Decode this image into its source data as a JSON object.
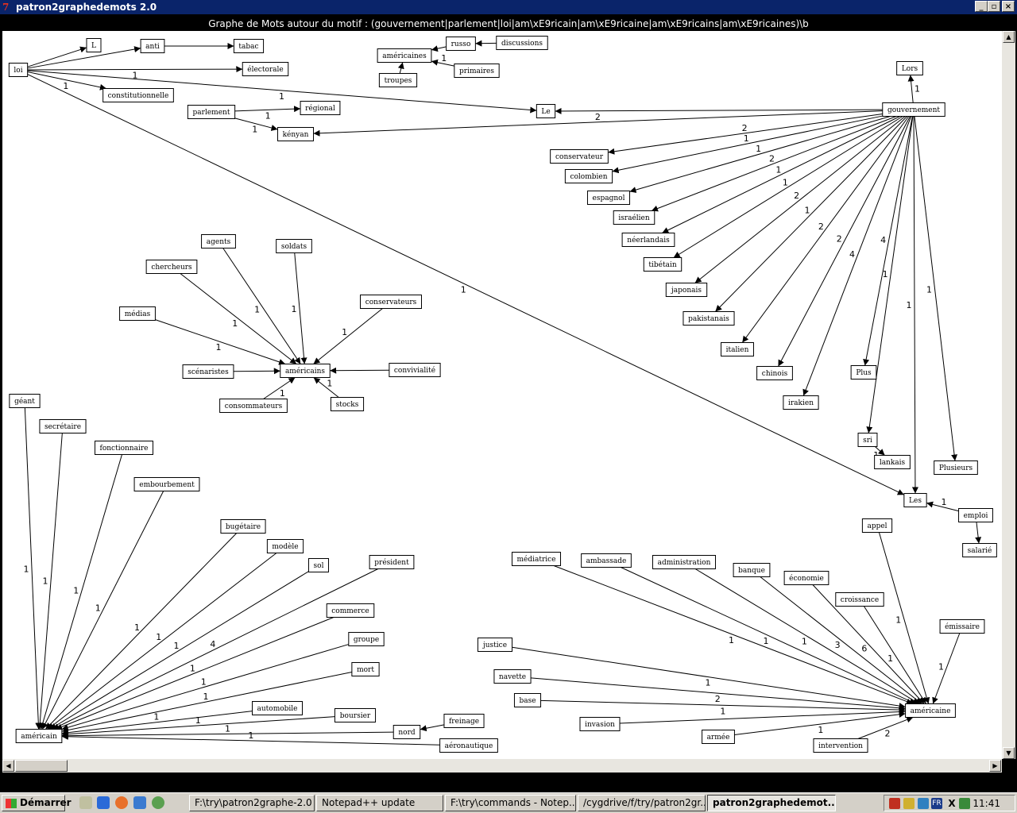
{
  "window": {
    "title": "patron2graphedemots 2.0",
    "app_icon": "tk-feather-icon"
  },
  "header": "Graphe de Mots autour du motif : (gouvernement|parlement|loi|am\\xE9ricain|am\\xE9ricaine|am\\xE9ricains|am\\xE9ricaines)\\b",
  "graph": {
    "nodes": [
      {
        "id": "loi",
        "label": "loi"
      },
      {
        "id": "L",
        "label": "L"
      },
      {
        "id": "anti",
        "label": "anti"
      },
      {
        "id": "tabac",
        "label": "tabac"
      },
      {
        "id": "electorale",
        "label": "électorale"
      },
      {
        "id": "constitutionnelle",
        "label": "constitutionnelle"
      },
      {
        "id": "russo",
        "label": "russo"
      },
      {
        "id": "discussions",
        "label": "discussions"
      },
      {
        "id": "americaines",
        "label": "américaines"
      },
      {
        "id": "primaires",
        "label": "primaires"
      },
      {
        "id": "troupes",
        "label": "troupes"
      },
      {
        "id": "parlement",
        "label": "parlement"
      },
      {
        "id": "regional",
        "label": "régional"
      },
      {
        "id": "kenyan",
        "label": "kényan"
      },
      {
        "id": "Le",
        "label": "Le"
      },
      {
        "id": "gouvernement",
        "label": "gouvernement"
      },
      {
        "id": "Lors",
        "label": "Lors"
      },
      {
        "id": "conservateur",
        "label": "conservateur"
      },
      {
        "id": "colombien",
        "label": "colombien"
      },
      {
        "id": "espagnol",
        "label": "espagnol"
      },
      {
        "id": "israelien",
        "label": "israélien"
      },
      {
        "id": "neerlandais",
        "label": "néerlandais"
      },
      {
        "id": "tibetain",
        "label": "tibétain"
      },
      {
        "id": "japonais",
        "label": "japonais"
      },
      {
        "id": "pakistanais",
        "label": "pakistanais"
      },
      {
        "id": "italien",
        "label": "italien"
      },
      {
        "id": "chinois",
        "label": "chinois"
      },
      {
        "id": "irakien",
        "label": "irakien"
      },
      {
        "id": "Plus",
        "label": "Plus"
      },
      {
        "id": "sri",
        "label": "sri"
      },
      {
        "id": "lankais",
        "label": "lankais"
      },
      {
        "id": "Plusieurs",
        "label": "Plusieurs"
      },
      {
        "id": "Les",
        "label": "Les"
      },
      {
        "id": "emploi",
        "label": "emploi"
      },
      {
        "id": "salarie",
        "label": "salarié"
      },
      {
        "id": "agents",
        "label": "agents"
      },
      {
        "id": "soldats",
        "label": "soldats"
      },
      {
        "id": "chercheurs",
        "label": "chercheurs"
      },
      {
        "id": "medias",
        "label": "médias"
      },
      {
        "id": "conservateurs",
        "label": "conservateurs"
      },
      {
        "id": "americains",
        "label": "américains"
      },
      {
        "id": "scenaristes",
        "label": "scénaristes"
      },
      {
        "id": "convivialite",
        "label": "convivialité"
      },
      {
        "id": "consommateurs",
        "label": "consommateurs"
      },
      {
        "id": "stocks",
        "label": "stocks"
      },
      {
        "id": "geant",
        "label": "géant"
      },
      {
        "id": "secretaire",
        "label": "secrétaire"
      },
      {
        "id": "fonctionnaire",
        "label": "fonctionnaire"
      },
      {
        "id": "embourbement",
        "label": "embourbement"
      },
      {
        "id": "bugetaire",
        "label": "bugétaire"
      },
      {
        "id": "modele",
        "label": "modèle"
      },
      {
        "id": "sol",
        "label": "sol"
      },
      {
        "id": "president",
        "label": "président"
      },
      {
        "id": "commerce",
        "label": "commerce"
      },
      {
        "id": "groupe",
        "label": "groupe"
      },
      {
        "id": "mort",
        "label": "mort"
      },
      {
        "id": "automobile",
        "label": "automobile"
      },
      {
        "id": "boursier",
        "label": "boursier"
      },
      {
        "id": "nord",
        "label": "nord"
      },
      {
        "id": "freinage",
        "label": "freinage"
      },
      {
        "id": "aeronautique",
        "label": "aéronautique"
      },
      {
        "id": "americain",
        "label": "américain"
      },
      {
        "id": "appel",
        "label": "appel"
      },
      {
        "id": "emissaire",
        "label": "émissaire"
      },
      {
        "id": "mediatrice",
        "label": "médiatrice"
      },
      {
        "id": "ambassade",
        "label": "ambassade"
      },
      {
        "id": "administration",
        "label": "administration"
      },
      {
        "id": "banque",
        "label": "banque"
      },
      {
        "id": "economie",
        "label": "économie"
      },
      {
        "id": "croissance",
        "label": "croissance"
      },
      {
        "id": "justice",
        "label": "justice"
      },
      {
        "id": "navette",
        "label": "navette"
      },
      {
        "id": "base",
        "label": "base"
      },
      {
        "id": "invasion",
        "label": "invasion"
      },
      {
        "id": "armee",
        "label": "armée"
      },
      {
        "id": "intervention",
        "label": "intervention"
      },
      {
        "id": "americaine",
        "label": "américaine"
      }
    ],
    "edges": [
      {
        "from": "loi",
        "to": "L",
        "label": ""
      },
      {
        "from": "loi",
        "to": "anti",
        "label": ""
      },
      {
        "from": "anti",
        "to": "tabac",
        "label": ""
      },
      {
        "from": "loi",
        "to": "electorale",
        "label": "1"
      },
      {
        "from": "loi",
        "to": "constitutionnelle",
        "label": "1"
      },
      {
        "from": "loi",
        "to": "Le",
        "label": "1"
      },
      {
        "from": "loi",
        "to": "Les",
        "label": "1"
      },
      {
        "from": "russo",
        "to": "americaines",
        "label": ""
      },
      {
        "from": "discussions",
        "to": "russo",
        "label": ""
      },
      {
        "from": "primaires",
        "to": "americaines",
        "label": "1"
      },
      {
        "from": "troupes",
        "to": "americaines",
        "label": ""
      },
      {
        "from": "parlement",
        "to": "regional",
        "label": "1"
      },
      {
        "from": "parlement",
        "to": "kenyan",
        "label": "1"
      },
      {
        "from": "gouvernement",
        "to": "Le",
        "label": ""
      },
      {
        "from": "gouvernement",
        "to": "Lors",
        "label": "1"
      },
      {
        "from": "gouvernement",
        "to": "kenyan",
        "label": "2"
      },
      {
        "from": "gouvernement",
        "to": "conservateur",
        "label": "2"
      },
      {
        "from": "gouvernement",
        "to": "colombien",
        "label": "1"
      },
      {
        "from": "gouvernement",
        "to": "espagnol",
        "label": "1"
      },
      {
        "from": "gouvernement",
        "to": "israelien",
        "label": "2"
      },
      {
        "from": "gouvernement",
        "to": "neerlandais",
        "label": "1"
      },
      {
        "from": "gouvernement",
        "to": "tibetain",
        "label": "1"
      },
      {
        "from": "gouvernement",
        "to": "japonais",
        "label": "2"
      },
      {
        "from": "gouvernement",
        "to": "pakistanais",
        "label": "1"
      },
      {
        "from": "gouvernement",
        "to": "italien",
        "label": "2"
      },
      {
        "from": "gouvernement",
        "to": "chinois",
        "label": "2"
      },
      {
        "from": "gouvernement",
        "to": "irakien",
        "label": "4"
      },
      {
        "from": "gouvernement",
        "to": "Plus",
        "label": "4"
      },
      {
        "from": "gouvernement",
        "to": "sri",
        "label": "1"
      },
      {
        "from": "gouvernement",
        "to": "Les",
        "label": "1"
      },
      {
        "from": "gouvernement",
        "to": "Plusieurs",
        "label": "1"
      },
      {
        "from": "sri",
        "to": "lankais",
        "label": "1"
      },
      {
        "from": "emploi",
        "to": "Les",
        "label": "1"
      },
      {
        "from": "emploi",
        "to": "salarie",
        "label": ""
      },
      {
        "from": "agents",
        "to": "americains",
        "label": "1"
      },
      {
        "from": "soldats",
        "to": "americains",
        "label": "1"
      },
      {
        "from": "chercheurs",
        "to": "americains",
        "label": "1"
      },
      {
        "from": "medias",
        "to": "americains",
        "label": "1"
      },
      {
        "from": "conservateurs",
        "to": "americains",
        "label": "1"
      },
      {
        "from": "scenaristes",
        "to": "americains",
        "label": ""
      },
      {
        "from": "convivialite",
        "to": "americains",
        "label": ""
      },
      {
        "from": "consommateurs",
        "to": "americains",
        "label": "1"
      },
      {
        "from": "stocks",
        "to": "americains",
        "label": "1"
      },
      {
        "from": "geant",
        "to": "americain",
        "label": "1"
      },
      {
        "from": "secretaire",
        "to": "americain",
        "label": "1"
      },
      {
        "from": "fonctionnaire",
        "to": "americain",
        "label": "1"
      },
      {
        "from": "embourbement",
        "to": "americain",
        "label": "1"
      },
      {
        "from": "bugetaire",
        "to": "americain",
        "label": "1"
      },
      {
        "from": "modele",
        "to": "americain",
        "label": "1"
      },
      {
        "from": "sol",
        "to": "americain",
        "label": "1"
      },
      {
        "from": "president",
        "to": "americain",
        "label": "4"
      },
      {
        "from": "commerce",
        "to": "americain",
        "label": "1"
      },
      {
        "from": "groupe",
        "to": "americain",
        "label": "1"
      },
      {
        "from": "mort",
        "to": "americain",
        "label": "1"
      },
      {
        "from": "automobile",
        "to": "americain",
        "label": "1"
      },
      {
        "from": "boursier",
        "to": "americain",
        "label": "1"
      },
      {
        "from": "nord",
        "to": "americain",
        "label": "1"
      },
      {
        "from": "freinage",
        "to": "nord",
        "label": ""
      },
      {
        "from": "aeronautique",
        "to": "americain",
        "label": "1"
      },
      {
        "from": "appel",
        "to": "americaine",
        "label": "1"
      },
      {
        "from": "emissaire",
        "to": "americaine",
        "label": "1"
      },
      {
        "from": "mediatrice",
        "to": "americaine",
        "label": "1"
      },
      {
        "from": "ambassade",
        "to": "americaine",
        "label": "1"
      },
      {
        "from": "administration",
        "to": "americaine",
        "label": "1"
      },
      {
        "from": "banque",
        "to": "americaine",
        "label": "3"
      },
      {
        "from": "economie",
        "to": "americaine",
        "label": "6"
      },
      {
        "from": "croissance",
        "to": "americaine",
        "label": "1"
      },
      {
        "from": "justice",
        "to": "americaine",
        "label": "1"
      },
      {
        "from": "navette",
        "to": "americaine",
        "label": "2"
      },
      {
        "from": "base",
        "to": "americaine",
        "label": "1"
      },
      {
        "from": "invasion",
        "to": "americaine",
        "label": ""
      },
      {
        "from": "armee",
        "to": "americaine",
        "label": "1"
      },
      {
        "from": "intervention",
        "to": "americaine",
        "label": "2"
      }
    ]
  },
  "taskbar": {
    "start_label": "Démarrer",
    "buttons": [
      {
        "label": "F:\\try\\patron2graphe-2.0",
        "active": false
      },
      {
        "label": "Notepad++ update",
        "active": false
      },
      {
        "label": "F:\\try\\commands - Notep...",
        "active": false
      },
      {
        "label": "/cygdrive/f/try/patron2gr...",
        "active": false
      },
      {
        "label": "patron2graphedemot...",
        "active": true
      }
    ],
    "lang": "FR",
    "clock": "11:41"
  }
}
